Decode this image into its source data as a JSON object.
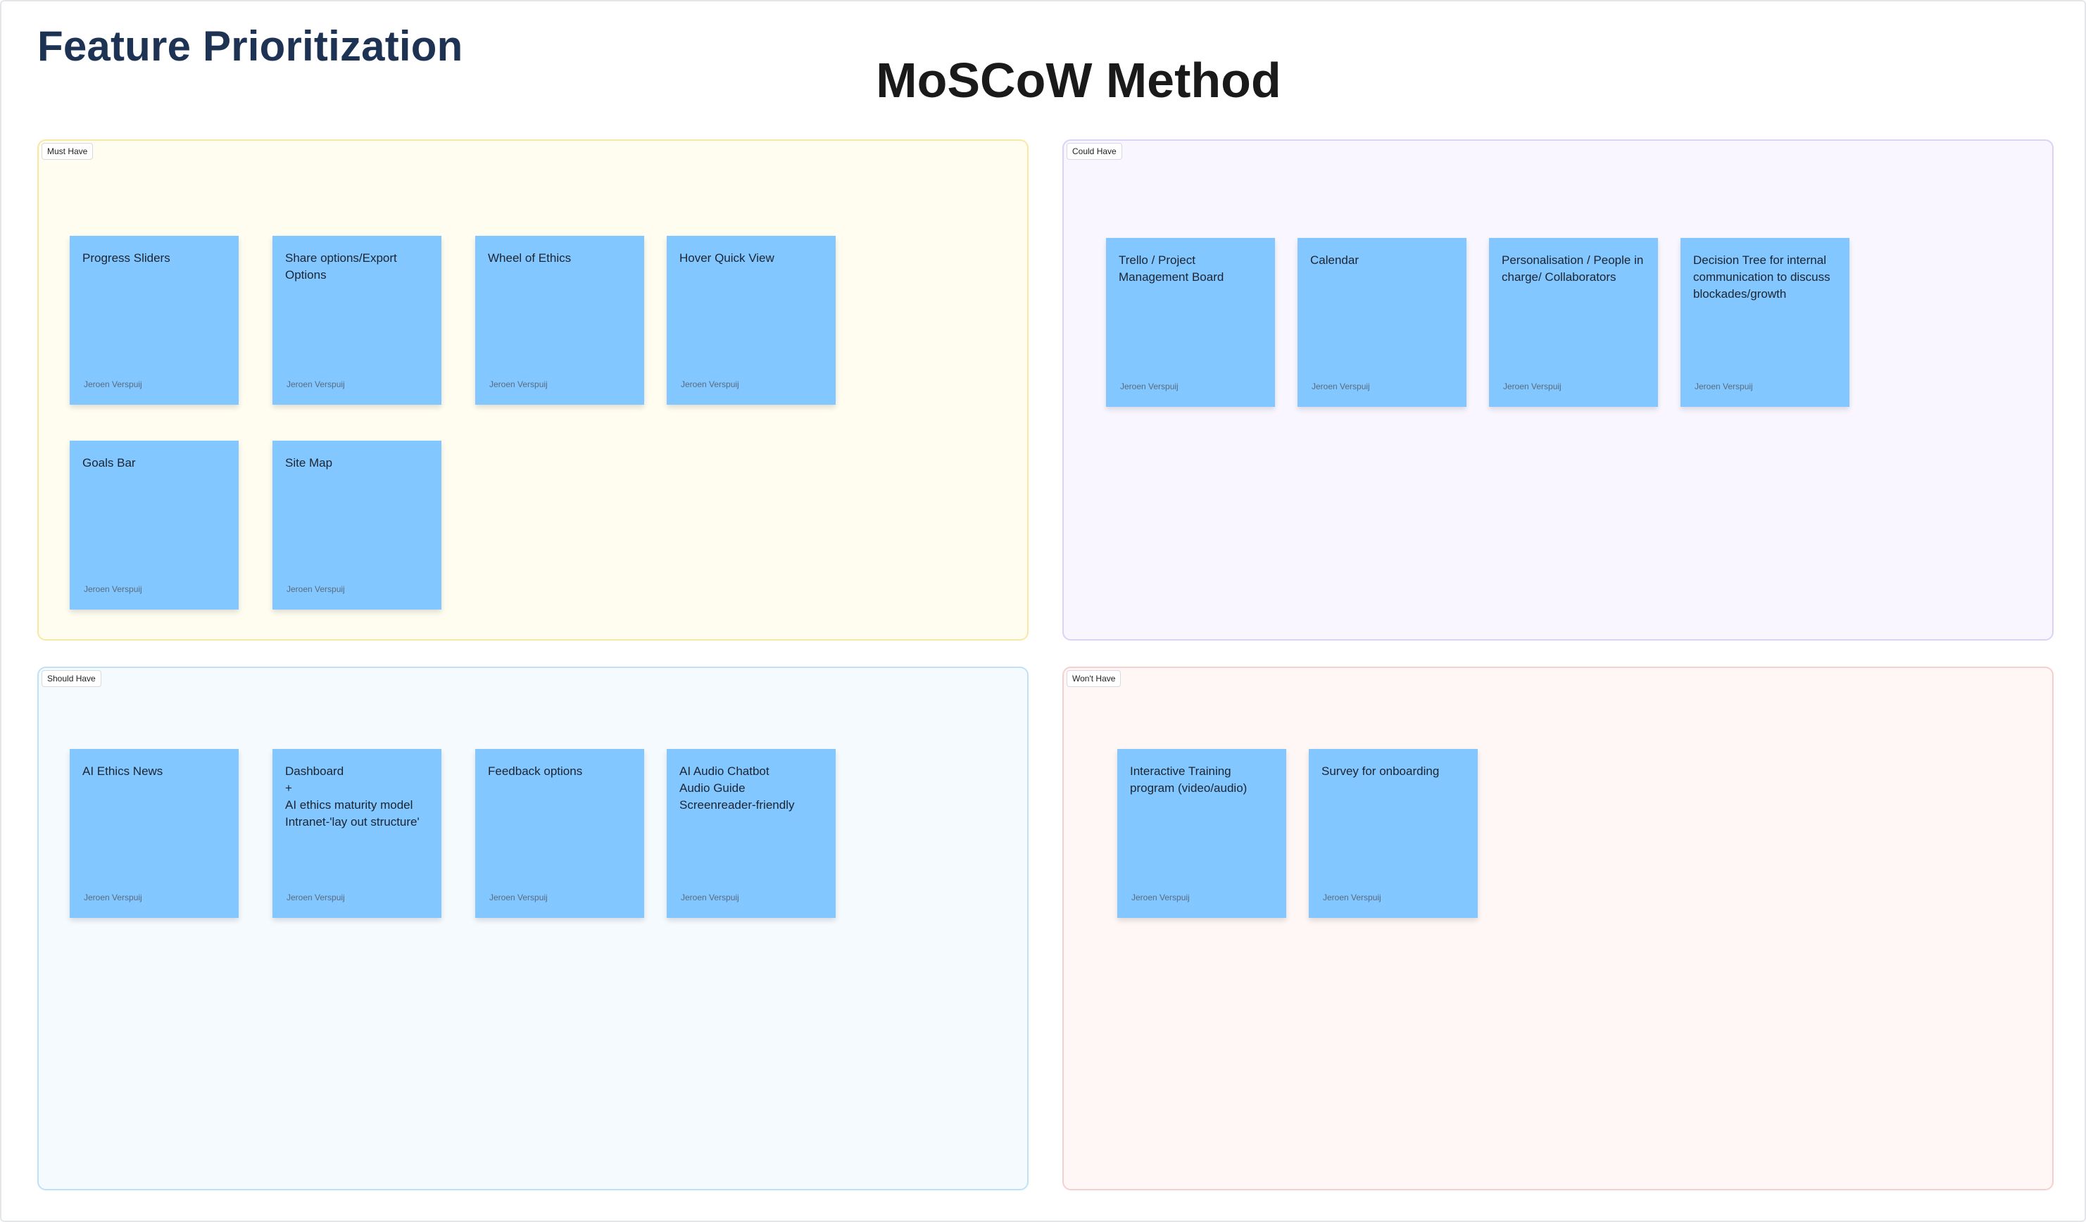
{
  "page_title": "Feature Prioritization",
  "method_title": "MoSCoW Method",
  "colors": {
    "must_bg": "#fffcf0",
    "must_border": "#fbe7a4",
    "could_bg": "#f9f6ff",
    "could_border": "#dcd2f7",
    "should_bg": "#f4fafe",
    "should_border": "#bfe1f7",
    "wont_bg": "#fff6f6",
    "wont_border": "#f6cfcf",
    "note": "#82c7ff"
  },
  "frames": {
    "must": {
      "label": "Must Have",
      "notes": [
        {
          "text": "Progress Sliders",
          "author": "Jeroen Verspuij"
        },
        {
          "text": "Share options/Export Options",
          "author": "Jeroen Verspuij"
        },
        {
          "text": "Wheel of Ethics",
          "author": "Jeroen Verspuij"
        },
        {
          "text": "Hover Quick View",
          "author": "Jeroen Verspuij"
        },
        {
          "text": "Goals Bar",
          "author": "Jeroen Verspuij"
        },
        {
          "text": "Site Map",
          "author": "Jeroen Verspuij"
        }
      ]
    },
    "could": {
      "label": "Could Have",
      "notes": [
        {
          "text": "Trello / Project Management Board",
          "author": "Jeroen Verspuij"
        },
        {
          "text": "Calendar",
          "author": "Jeroen Verspuij"
        },
        {
          "text": "Personalisation / People in charge/ Collaborators",
          "author": "Jeroen Verspuij"
        },
        {
          "text": "Decision Tree for internal communication to discuss blockades/growth",
          "author": "Jeroen Verspuij"
        }
      ]
    },
    "should": {
      "label": "Should Have",
      "notes": [
        {
          "text": "AI Ethics News",
          "author": "Jeroen Verspuij"
        },
        {
          "text": "Dashboard\n+\nAI ethics maturity model\nIntranet-'lay out structure'",
          "author": "Jeroen Verspuij"
        },
        {
          "text": "Feedback options",
          "author": "Jeroen Verspuij"
        },
        {
          "text": "AI Audio Chatbot\nAudio Guide\nScreenreader-friendly",
          "author": "Jeroen Verspuij"
        }
      ]
    },
    "wont": {
      "label": "Won't Have",
      "notes": [
        {
          "text": "Interactive Training program (video/audio)",
          "author": "Jeroen Verspuij"
        },
        {
          "text": "Survey for onboarding",
          "author": "Jeroen Verspuij"
        }
      ]
    }
  }
}
